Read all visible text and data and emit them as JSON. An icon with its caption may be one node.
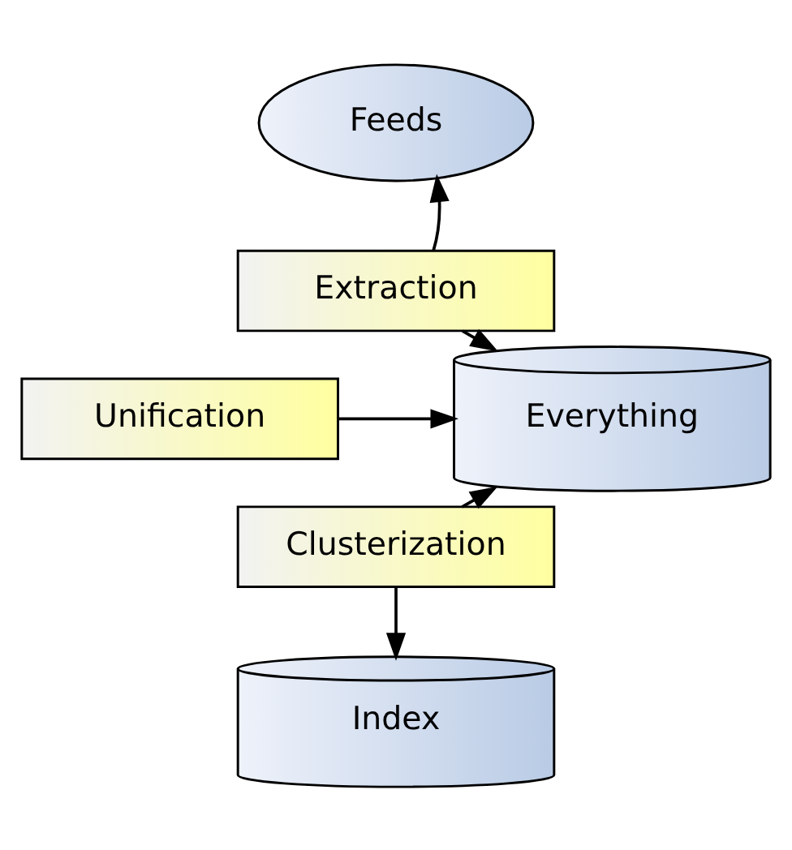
{
  "diagram": {
    "nodes": [
      {
        "text": [
          "Feeds"
        ]
      },
      {
        "text": [
          "Extraction"
        ]
      },
      {
        "text": [
          "Unification"
        ]
      },
      {
        "text": [
          "Clusterization"
        ]
      },
      {
        "text": [
          "Everything"
        ]
      },
      {
        "text": [
          "Index"
        ]
      }
    ],
    "edges": [
      {
        "from": 1,
        "to": 0,
        "arrow": "to"
      },
      {
        "from": 1,
        "to": 4,
        "arrow": "to"
      },
      {
        "from": 2,
        "to": 4,
        "arrow": "to"
      },
      {
        "from": 3,
        "to": 4,
        "arrow": "to"
      },
      {
        "from": 3,
        "to": 5,
        "arrow": "to"
      }
    ]
  }
}
